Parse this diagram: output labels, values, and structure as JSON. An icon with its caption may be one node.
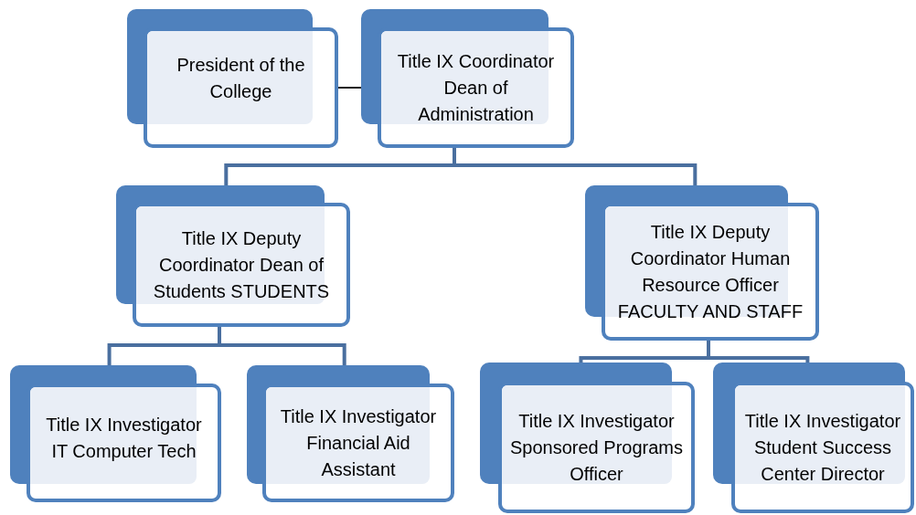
{
  "diagram": {
    "nodes": [
      {
        "text": [
          "President of the College"
        ]
      },
      {
        "text": [
          "Title IX Coordinator Dean of Administration"
        ]
      },
      {
        "text": [
          "Title IX Deputy Coordinator Dean of Students STUDENTS"
        ]
      },
      {
        "text": [
          "Title IX Deputy Coordinator Human Resource Officer FACULTY AND STAFF"
        ]
      },
      {
        "text": [
          "Title IX Investigator IT Computer Tech"
        ]
      },
      {
        "text": [
          "Title IX Investigator Financial Aid Assistant"
        ]
      },
      {
        "text": [
          "Title IX Investigator Sponsored Programs Officer"
        ]
      },
      {
        "text": [
          "Title IX Investigator Student Success Center Director"
        ]
      }
    ],
    "edges": [
      {
        "from": 0,
        "to": 1,
        "arrow": "none",
        "color": "#1a1a1a"
      },
      {
        "from": 1,
        "to": 2,
        "arrow": "none"
      },
      {
        "from": 1,
        "to": 3,
        "arrow": "none"
      },
      {
        "from": 2,
        "to": 4,
        "arrow": "none"
      },
      {
        "from": 2,
        "to": 5,
        "arrow": "none"
      },
      {
        "from": 3,
        "to": 6,
        "arrow": "none"
      },
      {
        "from": 3,
        "to": 7,
        "arrow": "none"
      }
    ]
  }
}
